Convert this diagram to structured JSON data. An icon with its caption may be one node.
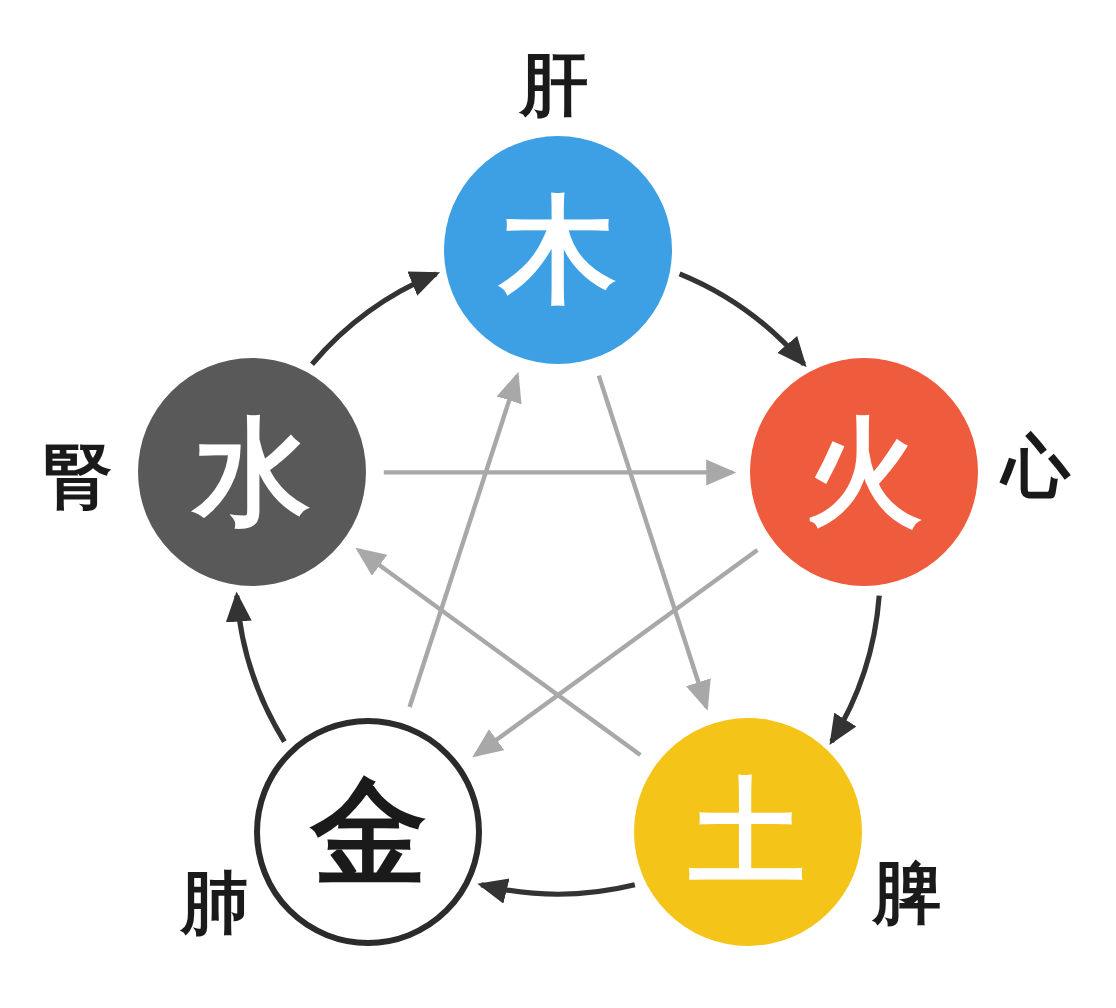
{
  "diagram": {
    "nodes": [
      {
        "text": [
          "木"
        ],
        "beside": [
          "肝"
        ]
      },
      {
        "text": [
          "水"
        ],
        "beside": [
          "腎"
        ]
      },
      {
        "text": [
          "火"
        ],
        "beside": [
          "心"
        ]
      },
      {
        "text": [
          "金"
        ],
        "beside": [
          "肺"
        ]
      },
      {
        "text": [
          "土"
        ],
        "beside": [
          "脾"
        ]
      }
    ],
    "edges": [
      {
        "from": 0,
        "to": 2,
        "arrow": "to"
      },
      {
        "from": 2,
        "to": 4,
        "arrow": "to"
      },
      {
        "from": 4,
        "to": 3,
        "arrow": "to"
      },
      {
        "from": 3,
        "to": 1,
        "arrow": "to"
      },
      {
        "from": 1,
        "to": 0,
        "arrow": "to"
      },
      {
        "from": 1,
        "to": 2,
        "arrow": "to",
        "color": "#a8a8a8"
      },
      {
        "from": 2,
        "to": 3,
        "arrow": "to",
        "color": "#a8a8a8"
      },
      {
        "from": 3,
        "to": 0,
        "arrow": "to",
        "color": "#a8a8a8"
      },
      {
        "from": 0,
        "to": 4,
        "arrow": "to",
        "color": "#a8a8a8"
      },
      {
        "from": 4,
        "to": 1,
        "arrow": "to",
        "color": "#a8a8a8"
      }
    ]
  }
}
